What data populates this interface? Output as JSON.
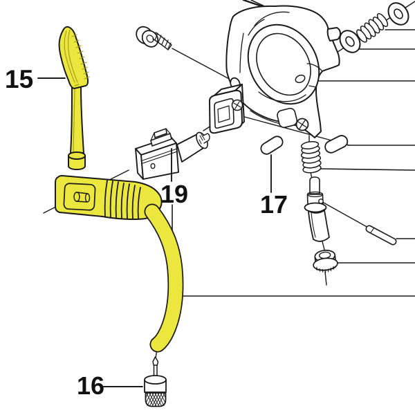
{
  "diagram": {
    "title": "exploded-parts-diagram",
    "labels": {
      "part15": "15",
      "part16": "16",
      "part17": "17",
      "part19": "19"
    },
    "colors": {
      "background": "#ffffff",
      "line": "#1a1a1a",
      "highlight": "#ece73e",
      "highlight_shade": "#a49f1e",
      "label_text": "#111111"
    },
    "parts": [
      {
        "name": "control-lever",
        "label": "15",
        "highlighted": true
      },
      {
        "name": "knurled-cap-with-pin",
        "label": "16",
        "highlighted": false
      },
      {
        "name": "dowel-pin",
        "label": "17",
        "highlighted": false
      },
      {
        "name": "plug-block",
        "label": "19",
        "highlighted": false
      },
      {
        "name": "pump-housing",
        "label": "",
        "highlighted": false
      },
      {
        "name": "socket-head-screw",
        "label": "",
        "highlighted": false
      },
      {
        "name": "washer-pair-and-spring",
        "label": "",
        "highlighted": false
      },
      {
        "name": "coil-spring",
        "label": "",
        "highlighted": false
      },
      {
        "name": "plunger",
        "label": "",
        "highlighted": false
      },
      {
        "name": "push-rod",
        "label": "",
        "highlighted": false
      },
      {
        "name": "ribbed-bushing",
        "label": "",
        "highlighted": false
      },
      {
        "name": "delivery-tube",
        "label": "",
        "highlighted": true
      }
    ]
  }
}
